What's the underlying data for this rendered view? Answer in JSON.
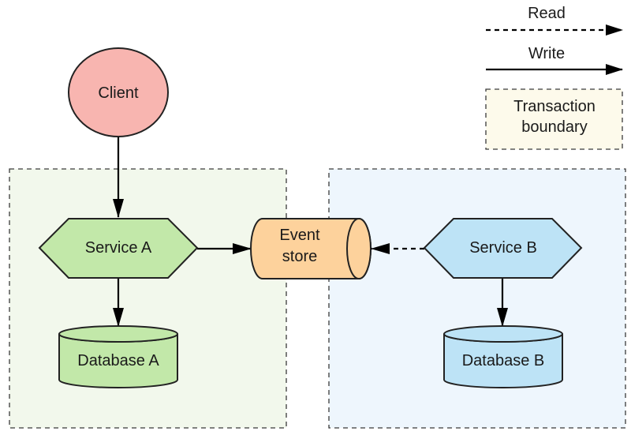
{
  "legend": {
    "read_label": "Read",
    "write_label": "Write",
    "boundary_label_line1": "Transaction",
    "boundary_label_line2": "boundary"
  },
  "nodes": {
    "client": "Client",
    "service_a": "Service A",
    "service_b": "Service B",
    "event_store_line1": "Event",
    "event_store_line2": "store",
    "database_a": "Database A",
    "database_b": "Database B"
  },
  "colors": {
    "client_fill": "#f8b5b0",
    "service_a_fill": "#c2e8a9",
    "database_a_fill": "#c2e8a9",
    "service_b_fill": "#bde3f6",
    "database_b_fill": "#bde3f6",
    "event_store_fill": "#fdd29c",
    "boundary_a_fill": "#f2f8ec",
    "boundary_b_fill": "#eef6fd",
    "legend_boundary_fill": "#fdfaeb"
  }
}
